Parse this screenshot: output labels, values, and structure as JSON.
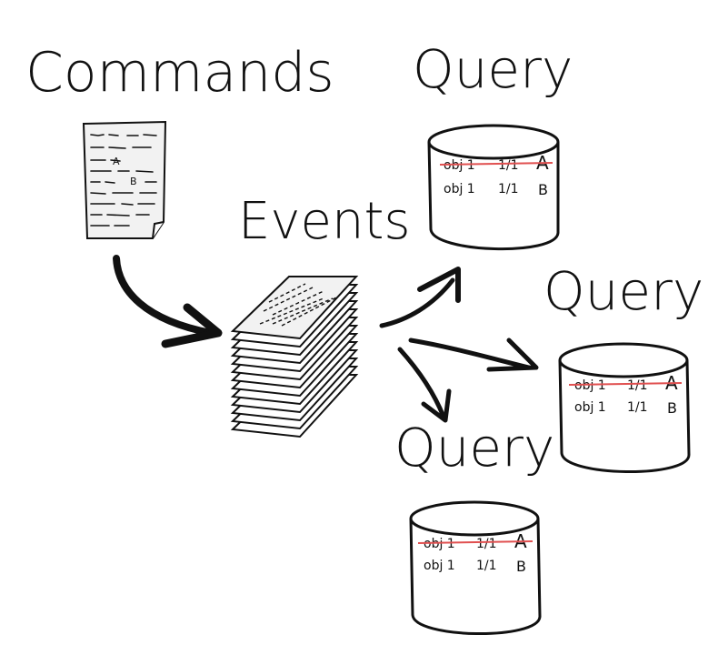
{
  "labels": {
    "commands": "Commands",
    "events": "Events",
    "query_top": "Query",
    "query_mid": "Query",
    "query_bottom": "Query"
  },
  "document": {
    "mark_a": "A",
    "mark_b": "B"
  },
  "databases": [
    {
      "row_old": {
        "name": "obj 1",
        "value": "1/1",
        "tag": "A"
      },
      "row_new": {
        "name": "obj 1",
        "value": "1/1",
        "tag": "B"
      }
    },
    {
      "row_old": {
        "name": "obj 1",
        "value": "1/1",
        "tag": "A"
      },
      "row_new": {
        "name": "obj 1",
        "value": "1/1",
        "tag": "B"
      }
    },
    {
      "row_old": {
        "name": "obj 1",
        "value": "1/1",
        "tag": "A"
      },
      "row_new": {
        "name": "obj 1",
        "value": "1/1",
        "tag": "B"
      }
    }
  ],
  "colors": {
    "ink": "#111111",
    "strike": "#e05050",
    "paper": "#f2f2f2"
  }
}
